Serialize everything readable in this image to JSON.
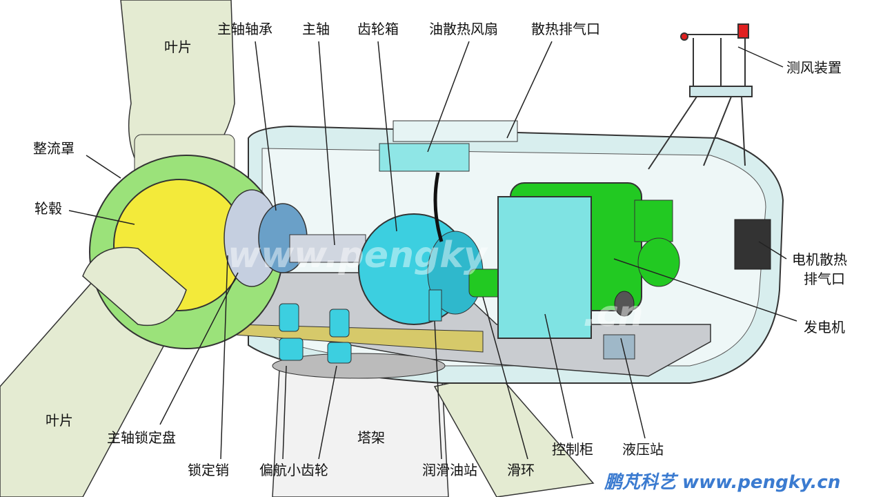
{
  "labels": {
    "blade_top": "叶片",
    "main_bearing": "主轴轴承",
    "main_shaft": "主轴",
    "gearbox": "齿轮箱",
    "oil_cooling_fan": "油散热风扇",
    "heat_exhaust": "散热排气口",
    "wind_sensor": "测风装置",
    "spinner": "整流罩",
    "hub": "轮毂",
    "generator_exhaust_1": "电机散热",
    "generator_exhaust_2": "排气口",
    "generator": "发电机",
    "blade_bottom": "叶片",
    "shaft_lock_disc": "主轴锁定盘",
    "lock_pin": "锁定销",
    "yaw_pinion": "偏航小齿轮",
    "tower": "塔架",
    "lube_station": "润滑油站",
    "slip_ring": "滑环",
    "control_cabinet": "控制柜",
    "hydraulic_station": "液压站"
  },
  "watermark": {
    "main": "www.pengky",
    "suffix": ".cn"
  },
  "footer": "鹏芃科艺 www.pengky.cn",
  "colors": {
    "blade": "#e4ebd2",
    "nacelle": "#d8eeee",
    "hub": "#f3ea3a",
    "spinner": "#9be27a",
    "gearbox": "#3ccfe0",
    "generator": "#22c922",
    "cabinet": "#7fe3e3",
    "footer": "#3b7bd0"
  }
}
